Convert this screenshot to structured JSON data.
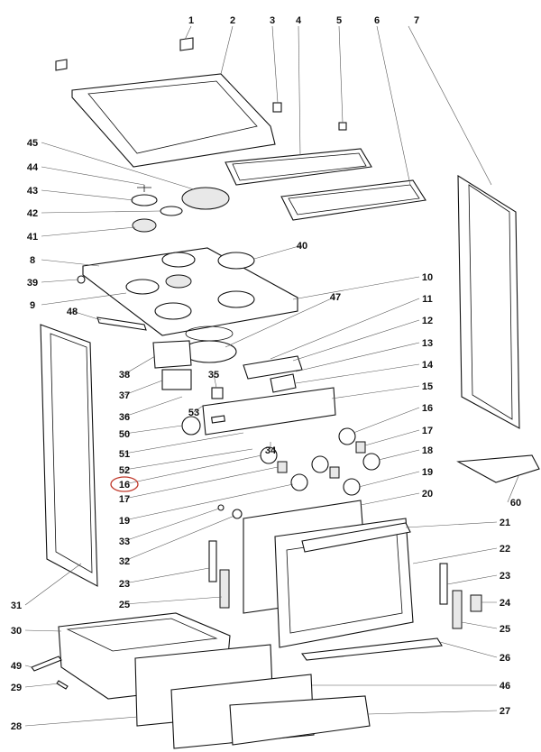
{
  "diagram": {
    "type": "exploded-parts-diagram",
    "highlight_color": "#c0392b",
    "highlighted_label": "16",
    "labels": [
      "1",
      "2",
      "3",
      "4",
      "5",
      "6",
      "7",
      "45",
      "44",
      "43",
      "42",
      "41",
      "8",
      "39",
      "9",
      "40",
      "10",
      "47",
      "11",
      "12",
      "13",
      "14",
      "15",
      "16",
      "17",
      "18",
      "19",
      "20",
      "21",
      "22",
      "23",
      "24",
      "25",
      "26",
      "46",
      "27",
      "60",
      "48",
      "38",
      "37",
      "36",
      "53",
      "35",
      "50",
      "51",
      "52",
      "16",
      "17",
      "34",
      "19",
      "33",
      "32",
      "23",
      "25",
      "31",
      "30",
      "49",
      "29",
      "28"
    ]
  }
}
